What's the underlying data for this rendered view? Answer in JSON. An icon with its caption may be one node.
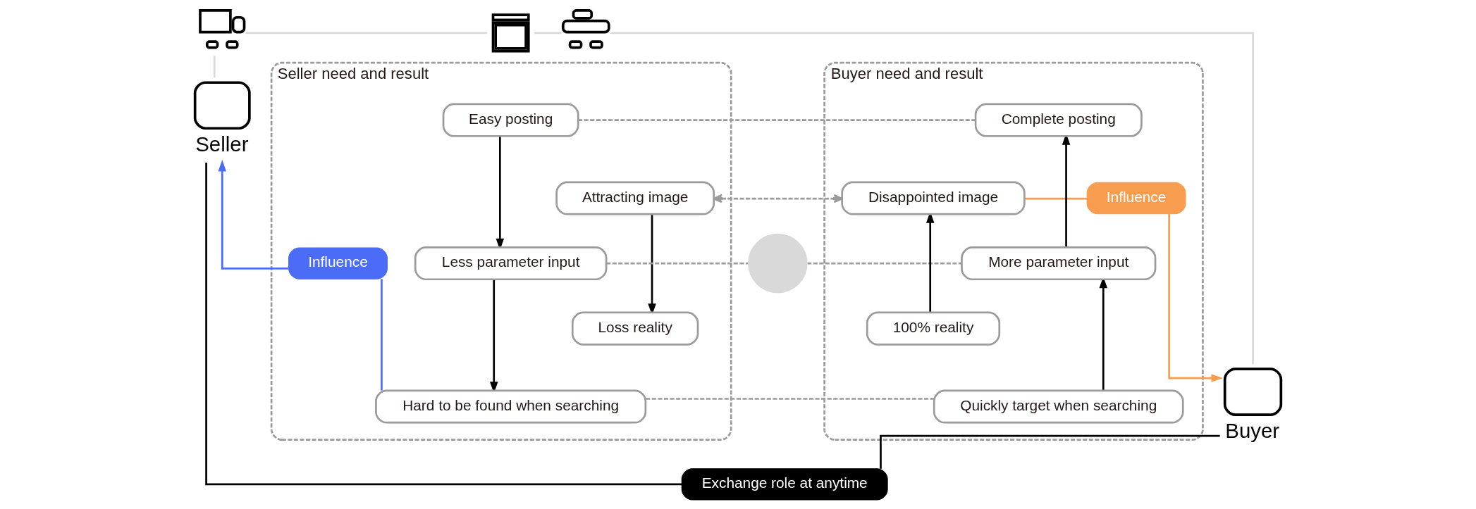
{
  "diagram": {
    "nodes": [
      {
        "text": [],
        "shape": "picture"
      },
      {
        "text": [],
        "shape": "picture"
      },
      {
        "text": [],
        "shape": "picture"
      },
      {
        "text": [
          "Seller"
        ]
      },
      {
        "text": [
          "Seller need and result"
        ]
      },
      {
        "text": [
          "Easy posting"
        ],
        "in": 4
      },
      {
        "text": [
          "Attracting image"
        ],
        "in": 4
      },
      {
        "text": [
          "Less parameter input"
        ],
        "in": 4
      },
      {
        "text": [
          "Loss reality"
        ],
        "in": 4
      },
      {
        "text": [
          "Hard to be found when searching"
        ],
        "in": 4
      },
      {
        "text": [
          "Influence"
        ],
        "in": 4
      },
      {
        "text": [],
        "shape": "circle"
      },
      {
        "text": [
          "Buyer need and result"
        ]
      },
      {
        "text": [
          "Disappointed image"
        ],
        "in": 12
      },
      {
        "text": [
          "Influence"
        ],
        "in": 12
      },
      {
        "text": [
          "Complete posting"
        ],
        "in": 12
      },
      {
        "text": [
          "More parameter input"
        ],
        "in": 12
      },
      {
        "text": [
          "100% reality"
        ],
        "in": 12
      },
      {
        "text": [
          "Quickly target when searching"
        ],
        "in": 12
      },
      {
        "text": [
          "Buyer"
        ]
      },
      {
        "text": [
          "Exchange role at anytime"
        ]
      }
    ],
    "edges": [
      {
        "from": 0,
        "to": 3,
        "arrow": "none",
        "color": "#d9d9d9"
      },
      {
        "from": 0,
        "to": 1,
        "arrow": "none",
        "color": "#d9d9d9"
      },
      {
        "from": 1,
        "to": 2,
        "arrow": "none",
        "color": "#d9d9d9"
      },
      {
        "from": 2,
        "to": 19,
        "arrow": "none",
        "color": "#d9d9d9"
      },
      {
        "from": 5,
        "to": 7,
        "arrow": "to"
      },
      {
        "from": 7,
        "to": 9,
        "arrow": "to"
      },
      {
        "from": 6,
        "to": 8,
        "arrow": "to"
      },
      {
        "from": 9,
        "to": 10,
        "arrow": "none",
        "color": "#4a6cf7"
      },
      {
        "from": 10,
        "to": 3,
        "arrow": "to",
        "color": "#4a6cf7"
      },
      {
        "from": 5,
        "to": 15,
        "arrow": "none",
        "style": "dashed",
        "color": "#9b9b9b"
      },
      {
        "from": 7,
        "to": 11,
        "arrow": "none",
        "style": "dashed",
        "color": "#9b9b9b"
      },
      {
        "from": 11,
        "to": 16,
        "arrow": "none",
        "style": "dashed",
        "color": "#9b9b9b"
      },
      {
        "from": 9,
        "to": 18,
        "arrow": "none",
        "style": "dashed",
        "color": "#9b9b9b"
      },
      {
        "from": 6,
        "to": 13,
        "arrow": "both",
        "style": "dashed",
        "color": "#9b9b9b"
      },
      {
        "from": 17,
        "to": 13,
        "arrow": "to"
      },
      {
        "from": 16,
        "to": 15,
        "arrow": "to"
      },
      {
        "from": 18,
        "to": 16,
        "arrow": "to"
      },
      {
        "from": 13,
        "to": 14,
        "arrow": "none",
        "color": "#f89d4f"
      },
      {
        "from": 14,
        "to": 19,
        "arrow": "to",
        "color": "#f89d4f"
      },
      {
        "from": 3,
        "to": 20,
        "arrow": "none"
      },
      {
        "from": 19,
        "to": 20,
        "arrow": "none"
      }
    ]
  }
}
